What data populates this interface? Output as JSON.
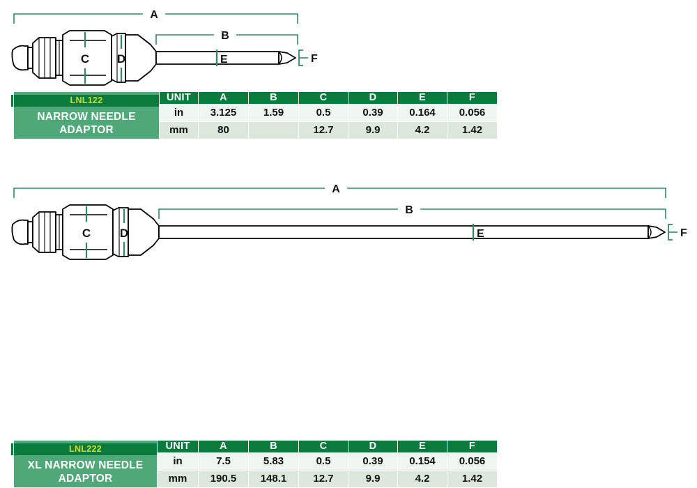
{
  "products": [
    {
      "id": "LNL122",
      "part_code": "LNL122",
      "name_lines": [
        "NARROW NEEDLE",
        "ADAPTOR"
      ],
      "dimension_labels": {
        "overall": "A",
        "needle": "B",
        "body": "C",
        "collar": "D",
        "shaft": "E",
        "tip": "F"
      },
      "table": {
        "columns": [
          "UNIT",
          "A",
          "B",
          "C",
          "D",
          "E",
          "F"
        ],
        "rows": [
          {
            "unit": "in",
            "values": [
              "3.125",
              "1.59",
              "0.5",
              "0.39",
              "0.164",
              "0.056"
            ]
          },
          {
            "unit": "mm",
            "values": [
              "80",
              "",
              "12.7",
              "9.9",
              "4.2",
              "1.42"
            ]
          }
        ]
      }
    },
    {
      "id": "LNL222",
      "part_code": "LNL222",
      "name_lines": [
        "XL NARROW NEEDLE",
        "ADAPTOR"
      ],
      "dimension_labels": {
        "overall": "A",
        "needle": "B",
        "body": "C",
        "collar": "D",
        "shaft": "E",
        "tip": "F"
      },
      "table": {
        "columns": [
          "UNIT",
          "A",
          "B",
          "C",
          "D",
          "E",
          "F"
        ],
        "rows": [
          {
            "unit": "in",
            "values": [
              "7.5",
              "5.83",
              "0.5",
              "0.39",
              "0.154",
              "0.056"
            ]
          },
          {
            "unit": "mm",
            "values": [
              "190.5",
              "148.1",
              "12.7",
              "9.9",
              "4.2",
              "1.42"
            ]
          }
        ]
      }
    }
  ],
  "colors": {
    "header_green": "#0a7a3d",
    "name_green": "#4fa878",
    "part_code_yellow": "#cddc2a",
    "row_light": "#eff5ef",
    "row_tint": "#dbe8db",
    "dimension_line": "#2e8b62",
    "drawing_outline": "#000000"
  }
}
